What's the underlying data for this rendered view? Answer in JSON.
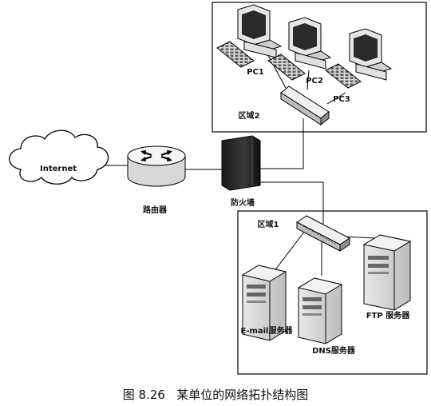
{
  "labels": {
    "internet": "Internet",
    "router": "路由器",
    "firewall": "防火墙",
    "zone2": "区域2",
    "zone1": "区域1",
    "pc1": "PC1",
    "pc2": "PC2",
    "pc3": "PC3",
    "email_server": "E-mail服务器",
    "dns_server": "DNS服务器",
    "ftp_server": "FTP 服务器"
  },
  "caption": "图 8.26   某单位的网络拓扑结构图"
}
